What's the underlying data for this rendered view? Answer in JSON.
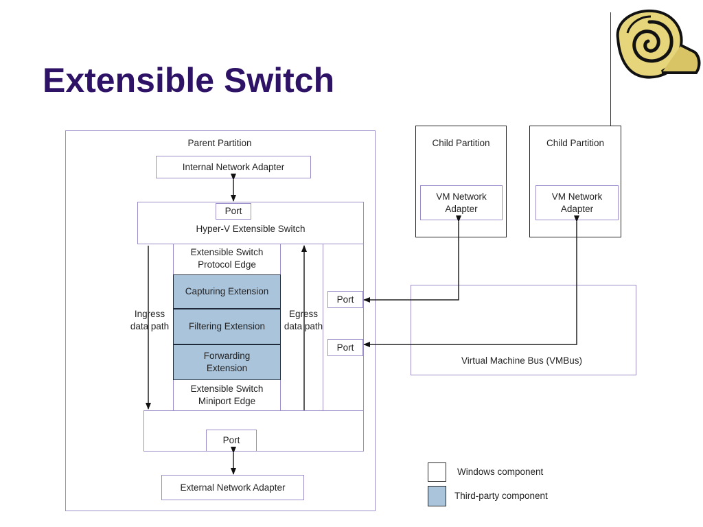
{
  "title": "Extensible Switch",
  "diagram": {
    "parent_partition": "Parent Partition",
    "internal_adapter": "Internal Network Adapter",
    "port": "Port",
    "hyperv_switch": "Hyper-V Extensible Switch",
    "protocol_edge": "Extensible Switch Protocol Edge",
    "capturing": "Capturing Extension",
    "filtering": "Filtering Extension",
    "forwarding": "Forwarding Extension",
    "miniport_edge": "Extensible Switch Miniport Edge",
    "ingress": "Ingress data path",
    "egress": "Egress data path",
    "external_adapter": "External Network Adapter",
    "child_partition": "Child Partition",
    "vm_adapter": "VM Network Adapter",
    "vmbus": "Virtual Machine Bus (VMBus)"
  },
  "legend": {
    "windows": "Windows component",
    "third_party": "Third-party component"
  },
  "colors": {
    "title": "#2e1266",
    "box_border": "#9a8cc8",
    "third_party_fill": "#aac4dc"
  },
  "icons": [
    "rolled-scroll-logo"
  ]
}
